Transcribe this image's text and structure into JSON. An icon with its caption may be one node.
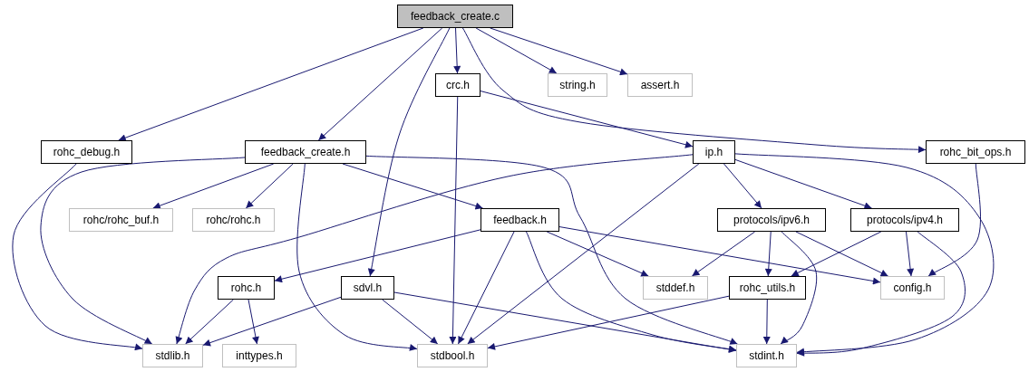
{
  "diagram": {
    "nodes": [
      {
        "text": [
          "feedback_create.c"
        ]
      },
      {
        "text": [
          "crc.h"
        ]
      },
      {
        "text": [
          "string.h"
        ]
      },
      {
        "text": [
          "assert.h"
        ]
      },
      {
        "text": [
          "rohc_debug.h"
        ]
      },
      {
        "text": [
          "feedback_create.h"
        ]
      },
      {
        "text": [
          "ip.h"
        ]
      },
      {
        "text": [
          "rohc_bit_ops.h"
        ]
      },
      {
        "text": [
          "rohc/rohc_buf.h"
        ]
      },
      {
        "text": [
          "rohc/rohc.h"
        ]
      },
      {
        "text": [
          "feedback.h"
        ]
      },
      {
        "text": [
          "protocols/ipv6.h"
        ]
      },
      {
        "text": [
          "protocols/ipv4.h"
        ]
      },
      {
        "text": [
          "rohc.h"
        ]
      },
      {
        "text": [
          "sdvl.h"
        ]
      },
      {
        "text": [
          "stddef.h"
        ]
      },
      {
        "text": [
          "rohc_utils.h"
        ]
      },
      {
        "text": [
          "config.h"
        ]
      },
      {
        "text": [
          "stdlib.h"
        ]
      },
      {
        "text": [
          "inttypes.h"
        ]
      },
      {
        "text": [
          "stdbool.h"
        ]
      },
      {
        "text": [
          "stdint.h"
        ]
      }
    ],
    "edges": [
      {
        "from": 0,
        "to": 4,
        "arrow": "to"
      },
      {
        "from": 0,
        "to": 5,
        "arrow": "to"
      },
      {
        "from": 0,
        "to": 14,
        "arrow": "to"
      },
      {
        "from": 0,
        "to": 1,
        "arrow": "to"
      },
      {
        "from": 0,
        "to": 2,
        "arrow": "to"
      },
      {
        "from": 0,
        "to": 3,
        "arrow": "to"
      },
      {
        "from": 0,
        "to": 7,
        "arrow": "to"
      },
      {
        "from": 1,
        "to": 20,
        "arrow": "to"
      },
      {
        "from": 1,
        "to": 6,
        "arrow": "to"
      },
      {
        "from": 4,
        "to": 18,
        "arrow": "to"
      },
      {
        "from": 5,
        "to": 18,
        "arrow": "to"
      },
      {
        "from": 5,
        "to": 8,
        "arrow": "to"
      },
      {
        "from": 5,
        "to": 9,
        "arrow": "to"
      },
      {
        "from": 5,
        "to": 20,
        "arrow": "to"
      },
      {
        "from": 5,
        "to": 10,
        "arrow": "to"
      },
      {
        "from": 5,
        "to": 21,
        "arrow": "to"
      },
      {
        "from": 6,
        "to": 18,
        "arrow": "to"
      },
      {
        "from": 6,
        "to": 20,
        "arrow": "to"
      },
      {
        "from": 6,
        "to": 11,
        "arrow": "to"
      },
      {
        "from": 6,
        "to": 12,
        "arrow": "to"
      },
      {
        "from": 6,
        "to": 21,
        "arrow": "to"
      },
      {
        "from": 7,
        "to": 17,
        "arrow": "to"
      },
      {
        "from": 10,
        "to": 13,
        "arrow": "to"
      },
      {
        "from": 10,
        "to": 20,
        "arrow": "to"
      },
      {
        "from": 10,
        "to": 21,
        "arrow": "to"
      },
      {
        "from": 10,
        "to": 15,
        "arrow": "to"
      },
      {
        "from": 10,
        "to": 17,
        "arrow": "to"
      },
      {
        "from": 11,
        "to": 15,
        "arrow": "to"
      },
      {
        "from": 11,
        "to": 16,
        "arrow": "to"
      },
      {
        "from": 11,
        "to": 21,
        "arrow": "to"
      },
      {
        "from": 11,
        "to": 17,
        "arrow": "to"
      },
      {
        "from": 12,
        "to": 16,
        "arrow": "to"
      },
      {
        "from": 12,
        "to": 17,
        "arrow": "to"
      },
      {
        "from": 12,
        "to": 21,
        "arrow": "to"
      },
      {
        "from": 13,
        "to": 18,
        "arrow": "to"
      },
      {
        "from": 13,
        "to": 19,
        "arrow": "to"
      },
      {
        "from": 14,
        "to": 18,
        "arrow": "to"
      },
      {
        "from": 14,
        "to": 20,
        "arrow": "to"
      },
      {
        "from": 14,
        "to": 21,
        "arrow": "to"
      },
      {
        "from": 16,
        "to": 20,
        "arrow": "to"
      },
      {
        "from": 16,
        "to": 21,
        "arrow": "to"
      }
    ]
  }
}
